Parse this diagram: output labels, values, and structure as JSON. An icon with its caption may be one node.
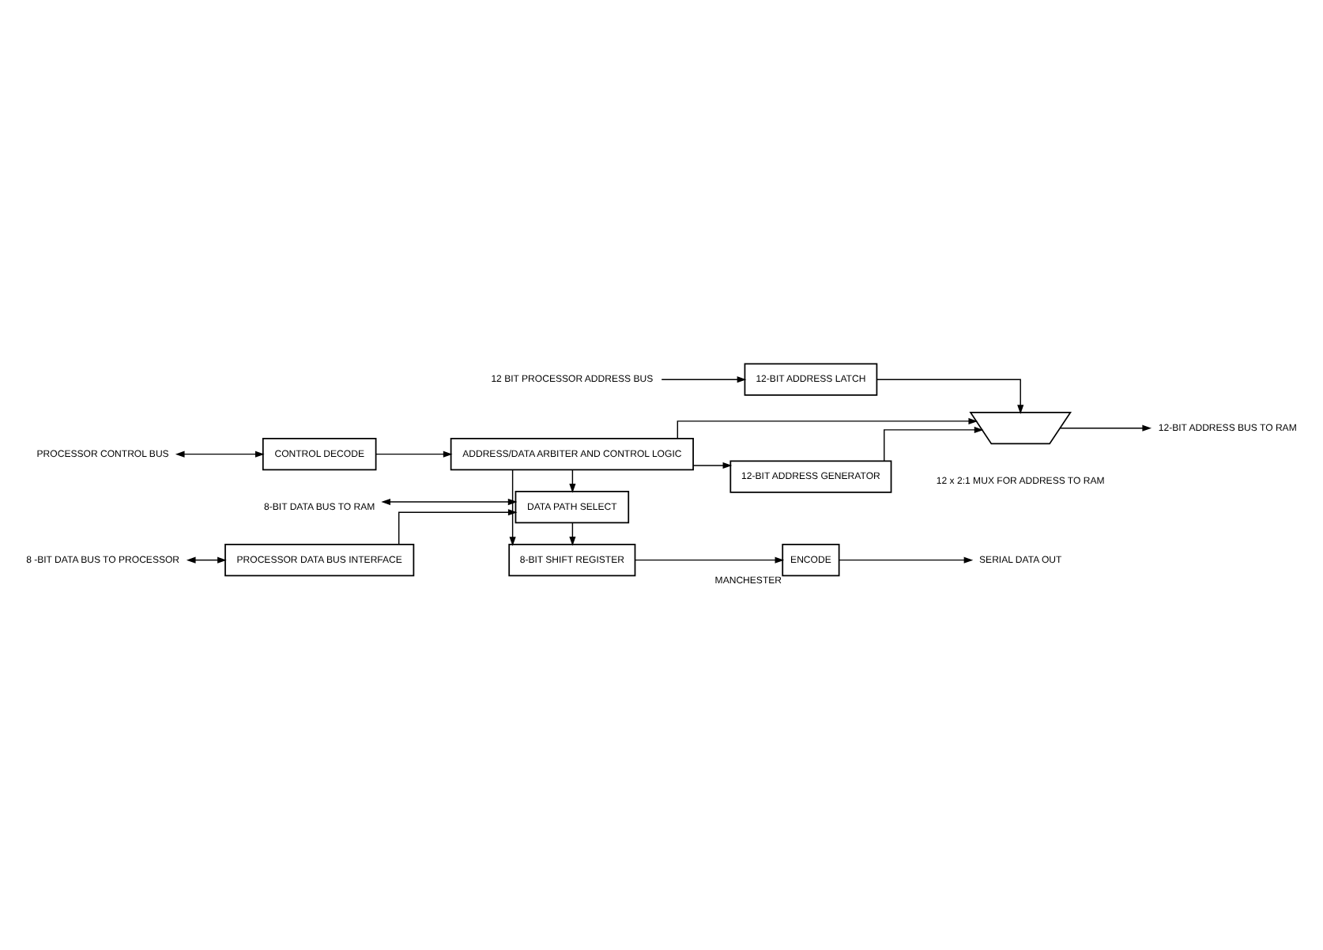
{
  "diagram": {
    "nodes": [
      {
        "text": [
          "8-BIT DATA BUS TO RAM"
        ]
      },
      {
        "text": [
          "DATA PATH SELECT"
        ]
      },
      {
        "text": [
          "8 -BIT DATA BUS TO PROCESSOR"
        ]
      },
      {
        "text": [
          "PROCESSOR DATA BUS INTERFACE"
        ]
      },
      {
        "text": [
          "8-BIT SHIFT REGISTER"
        ]
      },
      {
        "text": [
          "MANCHESTER",
          "ENCODE"
        ]
      },
      {
        "text": [
          "SERIAL DATA OUT"
        ]
      },
      {
        "text": [
          "PROCESSOR CONTROL BUS"
        ]
      },
      {
        "text": [
          "CONTROL DECODE"
        ]
      },
      {
        "text": [
          "ADDRESS/DATA ARBITER AND CONTROL LOGIC"
        ]
      },
      {
        "text": [
          "12-BIT ADDRESS GENERATOR"
        ]
      },
      {
        "text": [
          "12 BIT PROCESSOR ADDRESS BUS"
        ]
      },
      {
        "text": [
          "12-BIT ADDRESS LATCH"
        ]
      },
      {
        "text": [],
        "shape": "trapezoid",
        "beside": [
          "12 x 2:1 MUX FOR ADDRESS TO RAM"
        ]
      },
      {
        "text": [
          "12-BIT ADDRESS BUS TO RAM"
        ]
      }
    ],
    "edges": [
      {
        "from": 0,
        "to": 1,
        "arrow": "both"
      },
      {
        "from": 2,
        "to": 3,
        "arrow": "both"
      },
      {
        "from": 3,
        "to": 1,
        "arrow": "to"
      },
      {
        "from": 1,
        "to": 4,
        "arrow": "to"
      },
      {
        "from": 4,
        "to": 5,
        "arrow": "to"
      },
      {
        "from": 5,
        "to": 6,
        "arrow": "to"
      },
      {
        "from": 7,
        "to": 8,
        "arrow": "both"
      },
      {
        "from": 8,
        "to": 9,
        "arrow": "to"
      },
      {
        "from": 9,
        "to": 1,
        "arrow": "to"
      },
      {
        "from": 9,
        "to": 4,
        "arrow": "to"
      },
      {
        "from": 9,
        "to": 10,
        "arrow": "to"
      },
      {
        "from": 11,
        "to": 12,
        "arrow": "to"
      },
      {
        "from": 12,
        "to": 13,
        "arrow": "to"
      },
      {
        "from": 9,
        "to": 13,
        "arrow": "to"
      },
      {
        "from": 10,
        "to": 13,
        "arrow": "to"
      },
      {
        "from": 13,
        "to": 14,
        "arrow": "to"
      }
    ]
  }
}
